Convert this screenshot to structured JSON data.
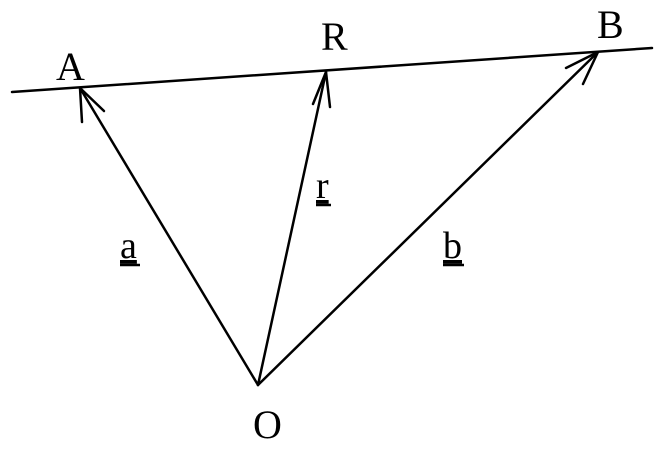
{
  "points": {
    "A": "A",
    "R": "R",
    "B": "B",
    "O": "O"
  },
  "vectors": {
    "a": "a",
    "r": "r",
    "b": "b"
  }
}
